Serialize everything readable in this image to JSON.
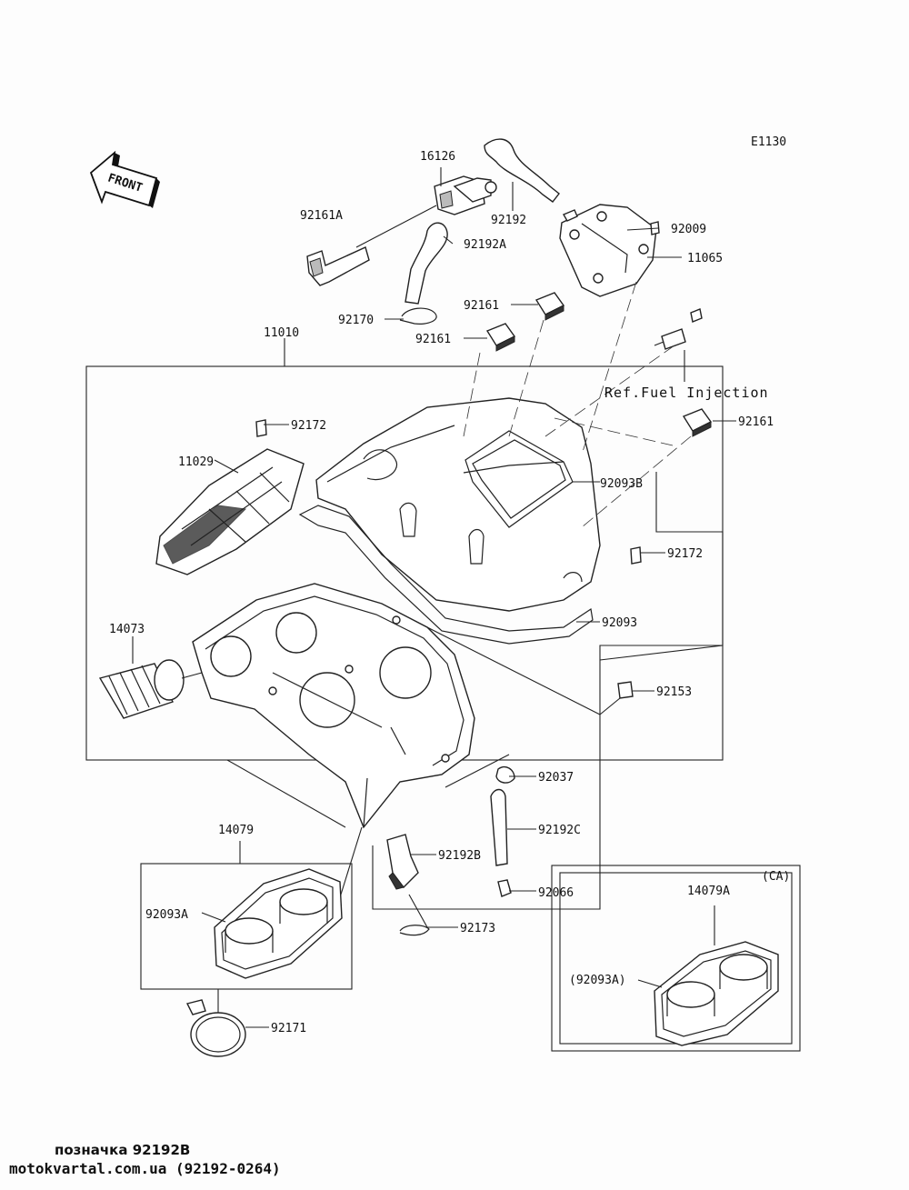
{
  "diagram": {
    "code": "E1130",
    "front_arrow_label": "FRONT",
    "ref_note": "Ref.Fuel Injection",
    "variant_label": "(CA)",
    "labels": {
      "p16126": "16126",
      "p92161A": "92161A",
      "p92192": "92192",
      "p92009": "92009",
      "p92192A": "92192A",
      "p11065": "11065",
      "p92161_1": "92161",
      "p92170": "92170",
      "p92161_2": "92161",
      "p11010": "11010",
      "p92172_1": "92172",
      "p92161_3": "92161",
      "p11029": "11029",
      "p92093B": "92093B",
      "p92172_2": "92172",
      "p14073": "14073",
      "p92093": "92093",
      "p92153": "92153",
      "p92037": "92037",
      "p14079": "14079",
      "p92192C": "92192C",
      "p92192B": "92192B",
      "p92066": "92066",
      "p14079A": "14079A",
      "p92093A": "92093A",
      "p92173": "92173",
      "p92093A_paren": "(92093A)",
      "p92171": "92171"
    }
  },
  "footer": {
    "note": "позначка 92192B",
    "source": "motokvartal.com.ua (92192-0264)"
  }
}
